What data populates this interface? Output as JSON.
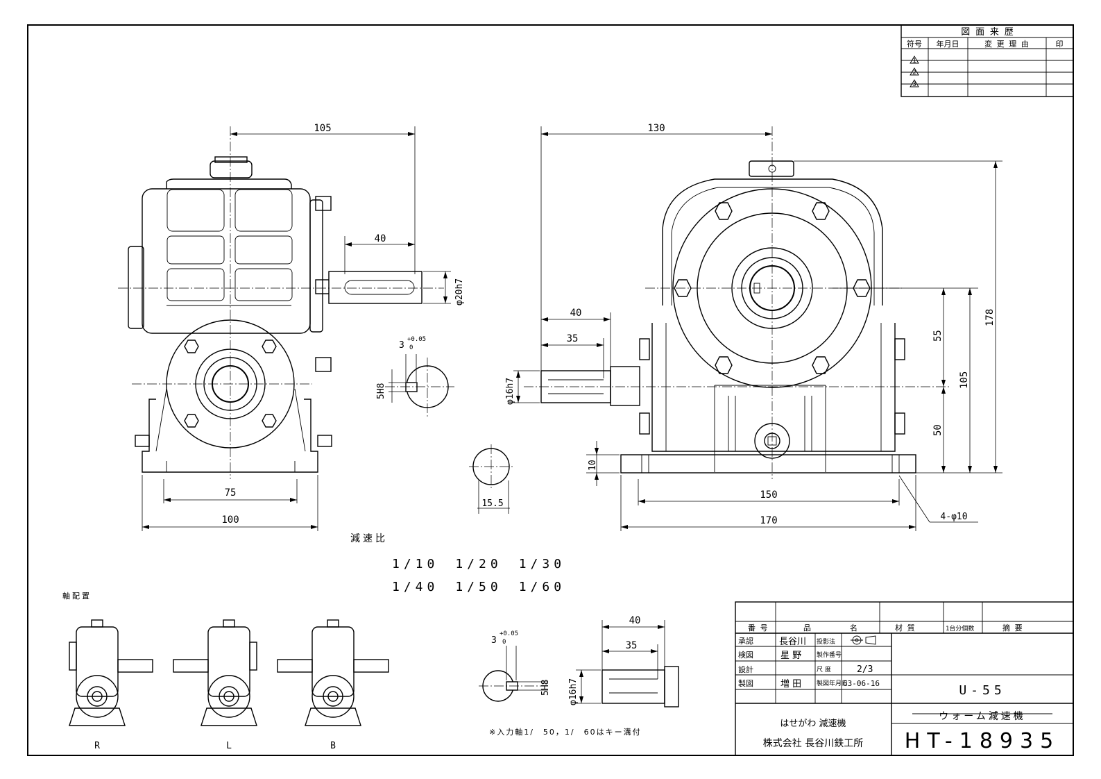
{
  "revision": {
    "title": "図 面 来 歴",
    "headers": [
      "符号",
      "年月日",
      "変 更 理 由",
      "印"
    ],
    "symbols": [
      "1",
      "2",
      "3"
    ]
  },
  "dimensions": {
    "front_width": "105",
    "front_shaft_len": "40",
    "front_shaft_dia": "φ20h7",
    "front_bolt_pitch": "75",
    "front_base_width": "100",
    "side_width": "130",
    "side_shaft_len40": "40",
    "side_shaft_len35": "35",
    "side_shaft_dia": "φ16h7",
    "side_base_thick": "10",
    "side_bolt_pitch": "150",
    "side_base_len": "170",
    "holes": "4-φ10",
    "h55": "55",
    "h105": "105",
    "h50": "50",
    "h178": "178",
    "key_w": "3",
    "key_tol": "+0.05",
    "key_tol0": "0",
    "key_h": "5H8",
    "key_dia": "15.5",
    "detail_len40": "40",
    "detail_len35": "35",
    "detail_dia": "φ16h7",
    "detail_key_w": "3",
    "detail_key_tol": "+0.05",
    "detail_key_tol0": "0",
    "detail_key_h": "5H8"
  },
  "ratio": {
    "label": "減速比",
    "row1": "1/10　1/20　1/30",
    "row2": "1/40　1/50　1/60"
  },
  "arrangement": {
    "label": "軸配置",
    "items": [
      "R",
      "L",
      "B"
    ]
  },
  "note": "※入力軸1/　50，1/　60はキー溝付",
  "title_block": {
    "h_no": "番 号",
    "h_name1": "品",
    "h_name2": "名",
    "h_material": "材 質",
    "h_qty": "1台分個数",
    "h_remarks": "摘 要",
    "approve_label": "承認",
    "approve_name": "長谷川",
    "check_label": "検図",
    "check_name": "星 野",
    "design_label": "設計",
    "draw_label": "製図",
    "draw_name": "増 田",
    "proj_label": "投影法",
    "prodno_label": "製作番号",
    "scale_label": "尺 度",
    "scale_value": "2/3",
    "date_label": "製図年月日",
    "date_value": "63-06-16",
    "model": "U-55",
    "product": "ウォーム減速機",
    "brand": "はせがわ 減速機",
    "company": "株式会社 長谷川鉄工所",
    "drawing_no": "HT-18935"
  }
}
